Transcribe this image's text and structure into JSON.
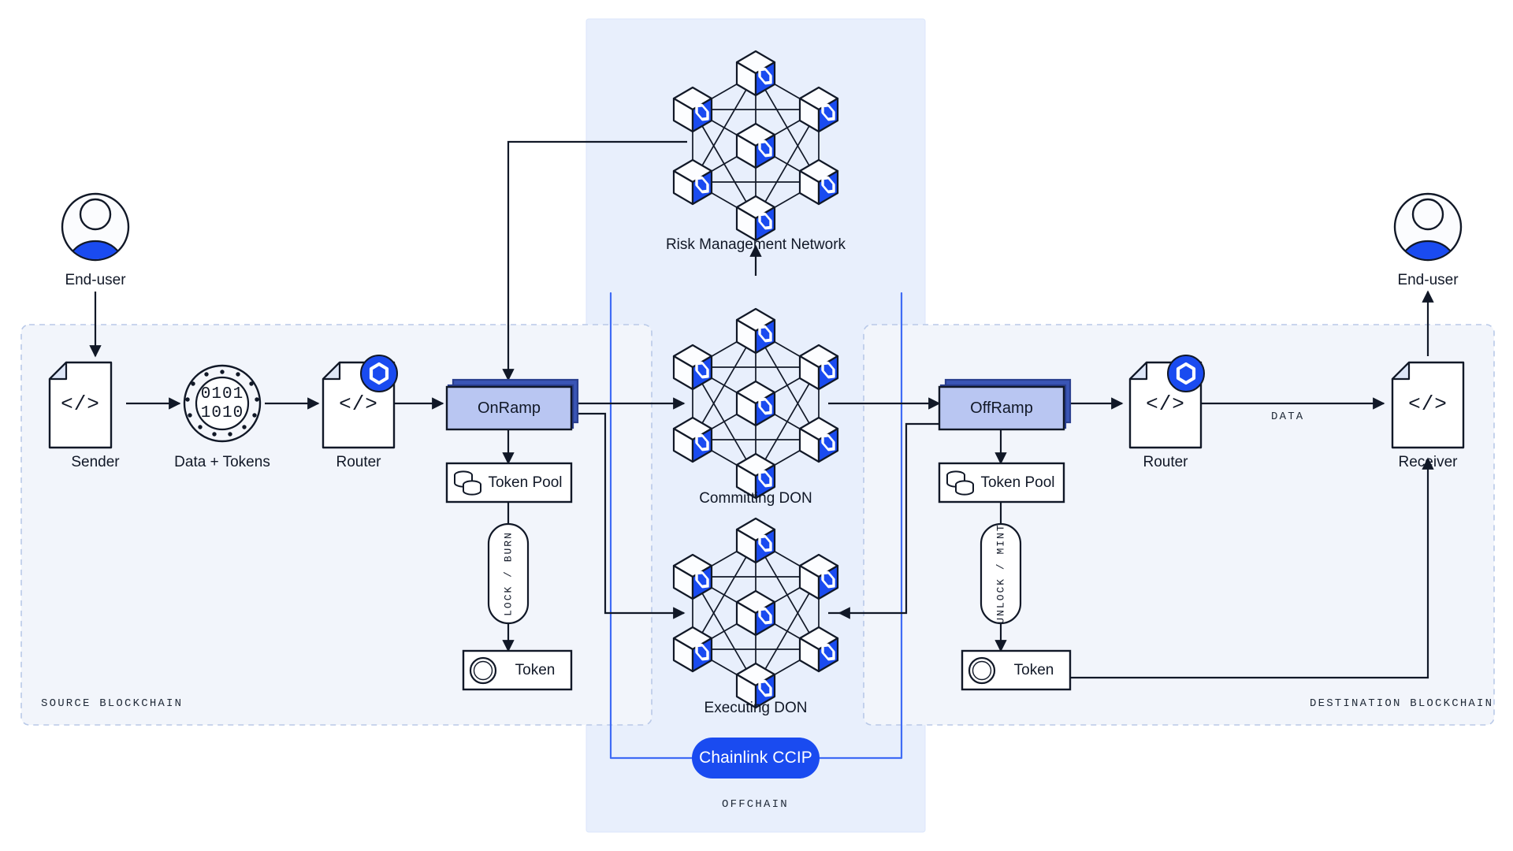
{
  "diagram": {
    "title": "Chainlink CCIP cross-chain architecture",
    "colors": {
      "accent_blue": "#1a4bf0",
      "ramp_fill": "#b9c6f2",
      "ramp_stroke": "#2a3f8f",
      "panel_offchain": "#e8effc",
      "panel_chain": "#f2f5fb",
      "panel_chain_border": "#b9c9e8",
      "stroke_dark": "#111827",
      "cube_blue": "#1a4bf0"
    }
  },
  "panels": {
    "source": {
      "label": "SOURCE BLOCKCHAIN"
    },
    "destination": {
      "label": "DESTINATION BLOCKCHAIN"
    },
    "offchain": {
      "label": "OFFCHAIN"
    }
  },
  "offchain": {
    "ccip_pill": "Chainlink CCIP",
    "networks": [
      {
        "id": "rmn",
        "label": "Risk Management Network"
      },
      {
        "id": "committing",
        "label": "Committing DON"
      },
      {
        "id": "executing",
        "label": "Executing DON"
      }
    ]
  },
  "source": {
    "end_user": "End-user",
    "sender": {
      "label": "Sender",
      "glyph": "</>"
    },
    "data_tokens": {
      "label": "Data + Tokens",
      "line1": "0101",
      "line2": "1010"
    },
    "router": {
      "label": "Router",
      "glyph": "</>"
    },
    "onramp": {
      "label": "OnRamp"
    },
    "token_pool": {
      "label": "Token Pool"
    },
    "lock_burn": {
      "label": "LOCK / BURN"
    },
    "token": {
      "label": "Token"
    }
  },
  "destination": {
    "end_user": "End-user",
    "offramp": {
      "label": "OffRamp"
    },
    "router": {
      "label": "Router",
      "glyph": "</>"
    },
    "receiver": {
      "label": "Receiver",
      "glyph": "</>"
    },
    "token_pool": {
      "label": "Token Pool"
    },
    "unlock_mint": {
      "label": "UNLOCK / MINT"
    },
    "token": {
      "label": "Token"
    },
    "data_edge": {
      "label": "DATA"
    }
  }
}
